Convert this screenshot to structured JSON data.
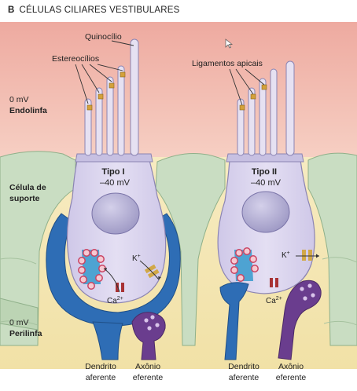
{
  "figure": {
    "letter": "B",
    "title": "CÉLULAS CILIARES VESTIBULARES"
  },
  "labels": {
    "kinocilium": "Quinocílio",
    "stereocilia": "Estereocílios",
    "tip_links": "Ligamentos apicais",
    "endolymph_voltage": "0 mV",
    "endolymph": "Endolinfa",
    "supporting_cell_line1": "Célula de",
    "supporting_cell_line2": "suporte",
    "perilymph_voltage": "0 mV",
    "perilymph": "Perilinfa"
  },
  "cells": [
    {
      "type_label": "Tipo I",
      "voltage": "–40 mV",
      "potassium": "K",
      "potassium_sup": "+",
      "calcium": "Ca",
      "calcium_sup": "2+",
      "dendrite_line1": "Dendrito",
      "dendrite_line2": "aferente",
      "axon_line1": "Axônio",
      "axon_line2": "eferente"
    },
    {
      "type_label": "Tipo II",
      "voltage": "–40 mV",
      "potassium": "K",
      "potassium_sup": "+",
      "calcium": "Ca",
      "calcium_sup": "2+",
      "dendrite_line1": "Dendrito",
      "dendrite_line2": "aferente",
      "axon_line1": "Axônio",
      "axon_line2": "eferente"
    }
  ],
  "colors": {
    "endolymph": "#eeaaa0",
    "perilymph": "#f5e9b8",
    "supporting_cell": "#c9ddc2",
    "hair_cell": "#dcd6ee",
    "nucleus": "#b3aed3",
    "afferent": "#2e6db5",
    "efferent": "#6a3d8e"
  }
}
